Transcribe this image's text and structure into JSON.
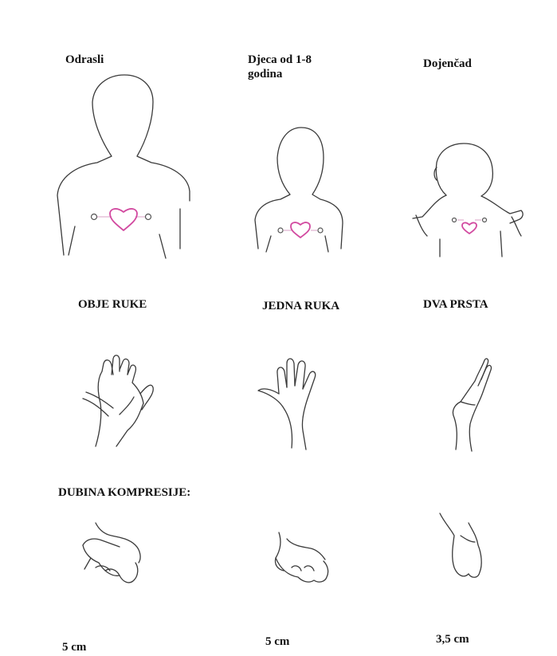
{
  "categories": {
    "adult": "Odrasli",
    "child": "Djeca od 1-8 godina",
    "infant": "Dojenčad"
  },
  "techniques": {
    "adult": "OBJE RUKE",
    "child": "JEDNA RUKA",
    "infant": "DVA PRSTA"
  },
  "depth_heading": "DUBINA KOMPRESIJE:",
  "depths": {
    "adult": "5 cm",
    "child": "5 cm",
    "infant": "3,5 cm"
  },
  "colors": {
    "heart": "#d24aa0",
    "outline": "#3a3a3a"
  }
}
